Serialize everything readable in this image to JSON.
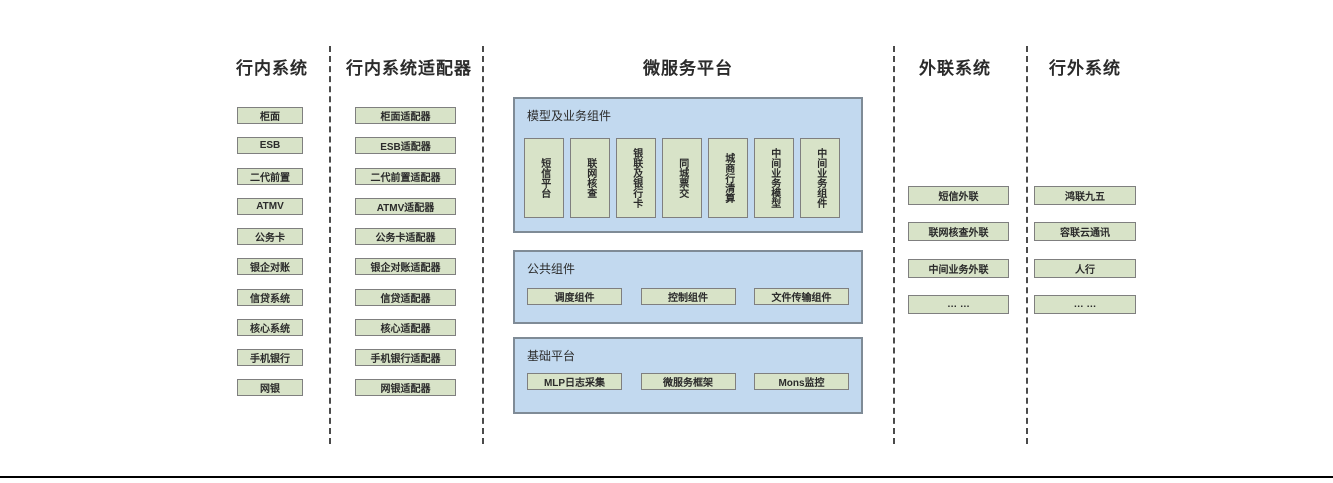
{
  "col1": {
    "header": "行内系统",
    "items": [
      "柜面",
      "ESB",
      "二代前置",
      "ATMV",
      "公务卡",
      "银企对账",
      "信贷系统",
      "核心系统",
      "手机银行",
      "网银"
    ]
  },
  "col2": {
    "header": "行内系统适配器",
    "items": [
      "柜面适配器",
      "ESB适配器",
      "二代前置适配器",
      "ATMV适配器",
      "公务卡适配器",
      "银企对账适配器",
      "信贷适配器",
      "核心适配器",
      "手机银行适配器",
      "网银适配器"
    ]
  },
  "platform": {
    "header": "微服务平台",
    "model_section": {
      "title": "模型及业务组件",
      "items": [
        "短信平台",
        "联网核查",
        "银联及银行卡",
        "同城票交",
        "城商行清算",
        "中间业务模型",
        "中间业务组件"
      ]
    },
    "common_section": {
      "title": "公共组件",
      "items": [
        "调度组件",
        "控制组件",
        "文件传输组件"
      ]
    },
    "base_section": {
      "title": "基础平台",
      "items": [
        "MLP日志采集",
        "微服务框架",
        "Mons监控"
      ]
    }
  },
  "col4": {
    "header": "外联系统",
    "items": [
      "短信外联",
      "联网核查外联",
      "中间业务外联",
      "… …"
    ]
  },
  "col5": {
    "header": "行外系统",
    "items": [
      "鸿联九五",
      "容联云通讯",
      "人行",
      "… …"
    ]
  },
  "colors": {
    "green_box_fill": "#d8e3c8",
    "green_box_border": "#7f7f7f",
    "blue_panel_fill": "#c2d9ef",
    "blue_panel_border": "#7f8b96",
    "separator": "#4a4a4a",
    "text": "#2b2b2b",
    "bottom_rule": "#000000",
    "background": "#ffffff"
  }
}
